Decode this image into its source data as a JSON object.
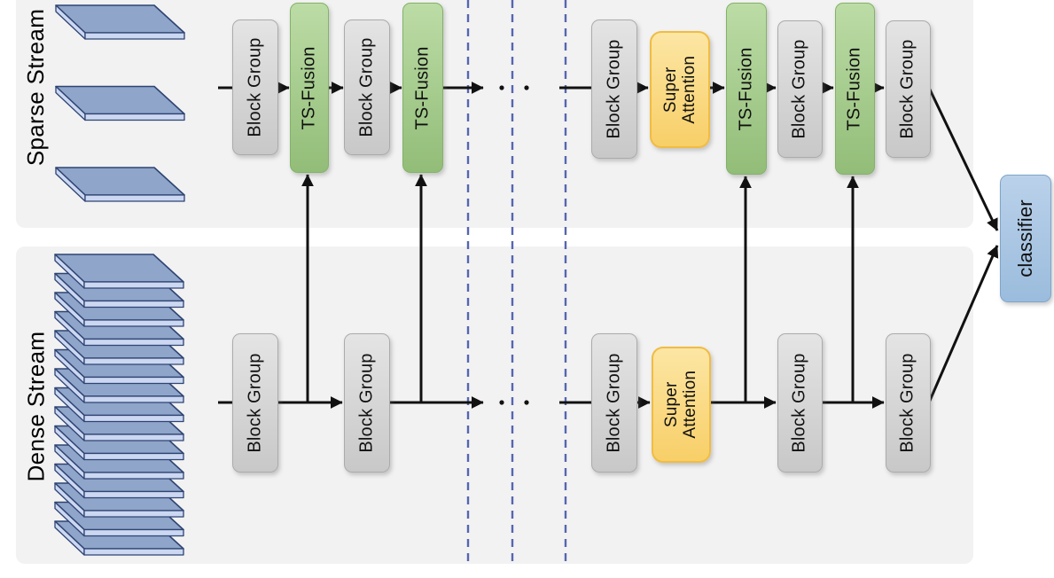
{
  "sparse_stream": {
    "label": "Sparse Stream",
    "input_planes": 3,
    "nodes": [
      {
        "type": "block_group",
        "label": "Block Group"
      },
      {
        "type": "ts_fusion",
        "label": "TS-Fusion"
      },
      {
        "type": "block_group",
        "label": "Block Group"
      },
      {
        "type": "ts_fusion",
        "label": "TS-Fusion"
      },
      {
        "type": "block_group",
        "label": "Block Group"
      },
      {
        "type": "super_attention",
        "label": "Super Attention",
        "line1": "Super",
        "line2": "Attention"
      },
      {
        "type": "ts_fusion",
        "label": "TS-Fusion"
      },
      {
        "type": "block_group",
        "label": "Block Group"
      },
      {
        "type": "ts_fusion",
        "label": "TS-Fusion"
      },
      {
        "type": "block_group",
        "label": "Block Group"
      }
    ]
  },
  "dense_stream": {
    "label": "Dense Stream",
    "input_planes": 15,
    "nodes": [
      {
        "type": "block_group",
        "label": "Block Group"
      },
      {
        "type": "block_group",
        "label": "Block Group"
      },
      {
        "type": "block_group",
        "label": "Block Group"
      },
      {
        "type": "super_attention",
        "label": "Super Attention",
        "line1": "Super",
        "line2": "Attention"
      },
      {
        "type": "block_group",
        "label": "Block Group"
      },
      {
        "type": "block_group",
        "label": "Block Group"
      }
    ]
  },
  "output": {
    "classifier_label": "classifier"
  },
  "colors": {
    "band_background": "#f2f2f3",
    "block_group_fill": "#d4d4d4",
    "ts_fusion_fill": "#a3cc8a",
    "super_attention_fill": "#fad778",
    "super_attention_border": "#f0bc42",
    "classifier_fill": "#a9c6e4",
    "plane_top_fill": "#8fa5c9",
    "plane_edge_fill": "#ccd7f2",
    "plane_border": "#2e4472",
    "dashed_separator": "#5666ae",
    "arrow": "#111111"
  }
}
